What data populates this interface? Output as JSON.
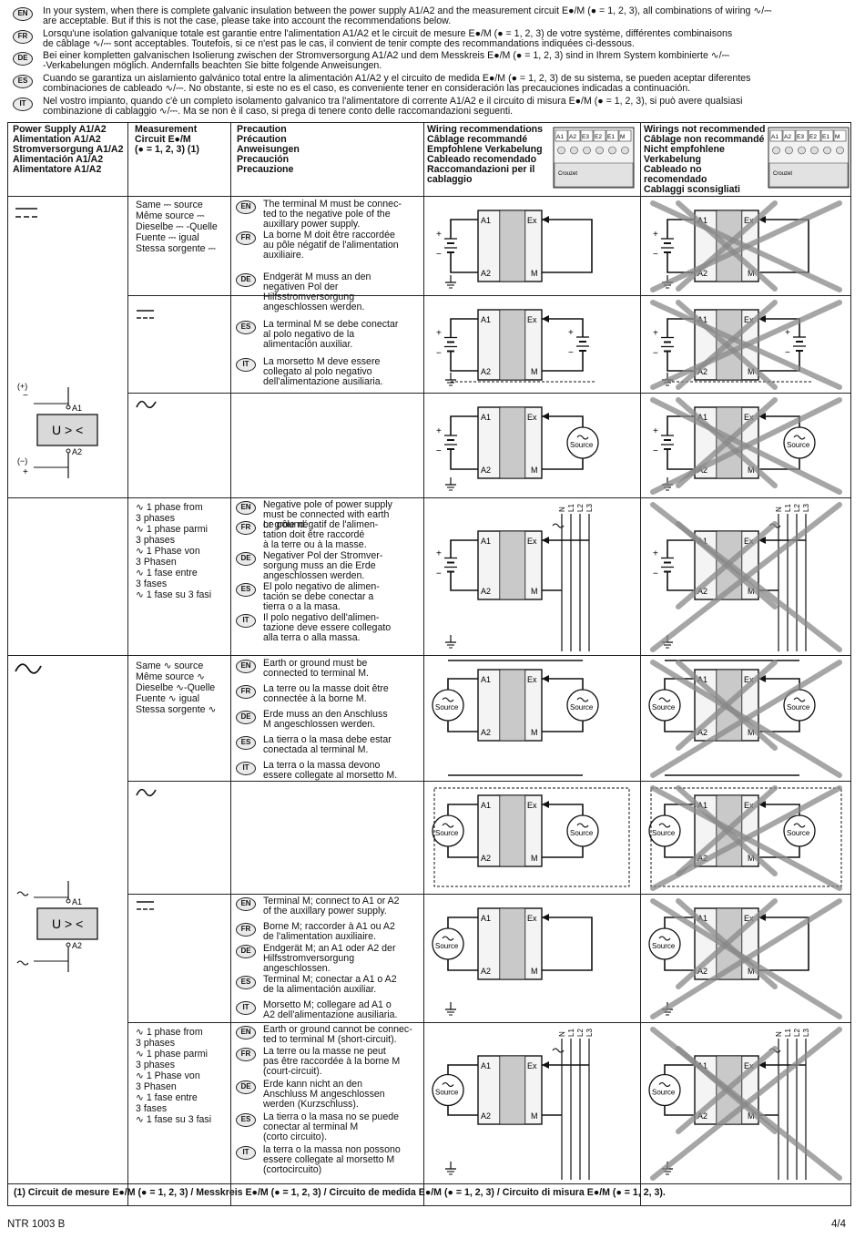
{
  "intro": [
    {
      "code": "EN",
      "text": "In your system, when there is complete galvanic insulation between the power supply A1/A2 and the measurement circuit E●/M (● = 1, 2, 3), all combinations of wiring ∿/⎓\nare acceptable. But if this is not the case, please take into account the recommendations below."
    },
    {
      "code": "FR",
      "text": "Lorsqu'une isolation galvanique totale est garantie entre l'alimentation A1/A2 et le circuit de mesure E●/M (● = 1, 2, 3) de votre système, différentes combinaisons\nde câblage ∿/⎓ sont acceptables. Toutefois, si ce n'est pas le cas, il convient de tenir compte des recommandations indiquées ci-dessous."
    },
    {
      "code": "DE",
      "text": "Bei einer kompletten galvanischen Isolierung zwischen der Stromversorgung A1/A2 und dem Messkreis E●/M (● = 1, 2, 3) sind in Ihrem System kombinierte ∿/⎓\n-Verkabelungen möglich. Andernfalls beachten Sie bitte folgende Anweisungen."
    },
    {
      "code": "ES",
      "text": "Cuando se garantiza un aislamiento galvánico total entre la alimentación A1/A2 y el circuito de medida E●/M (● = 1, 2, 3) de su sistema, se pueden aceptar diferentes\ncombinaciones de cableado ∿/⎓. No obstante, si este no es el caso, es conveniente tener en consideración las precauciones indicadas a continuación."
    },
    {
      "code": "IT",
      "text": "Nel vostro impianto, quando c'è un completo isolamento galvanico tra l'alimentatore di corrente A1/A2 e il circuito di misura E●/M (● = 1, 2, 3), si può avere qualsiasi\ncombinazione di cablaggio ∿/⎓. Ma se non è il caso, si prega di tenere conto delle raccomandazioni seguenti."
    }
  ],
  "headers": {
    "supply": "Power Supply A1/A2\nAlimentation A1/A2\nStromversorgung A1/A2\nAlimentación A1/A2\nAlimentatore A1/A2",
    "measurement": "Measurement\nCircuit E●/M\n(● = 1, 2, 3) (1)",
    "precaution": "Precaution\nPrécaution\nAnweisungen\nPrecaución\nPrecauzione",
    "recommended": "Wiring recommendations\nCâblage recommandé\nEmpfohlene Verkabelung\nCableado recomendado\nRaccomandazioni per il\ncablaggio",
    "not_recommended": "Wirings not recommended\nCâblage non recommandé\nNicht empfohlene\nVerkabelung\nCableado no\nrecomendado\nCablaggi sconsigliati"
  },
  "header_terminals": [
    "A1",
    "A2",
    "E3",
    "E2",
    "E1",
    "M"
  ],
  "header_brand": "Crouzet",
  "supply_labels": {
    "plus": "(+)",
    "minus": "−",
    "minus2": "(−)",
    "plus2": "+",
    "a1": "A1",
    "a2": "A2",
    "device": "U > <"
  },
  "meas": {
    "same_dc": "Same ⎓ source\nMême source ⎓\nDieselbe ⎓ -Quelle\nFuente ⎓ igual\nStessa sorgente ⎓",
    "phase": "∿ 1 phase from\n     3 phases\n∿ 1 phase parmi\n     3 phases\n∿ 1 Phase von\n     3 Phasen\n∿ 1 fase entre\n     3 fases\n∿ 1 fase su 3 fasi",
    "same_ac": "Same ∿ source\nMême source ∿\nDieselbe ∿-Quelle\nFuente ∿ igual\nStessa sorgente ∿",
    "phase2": "∿ 1 phase from\n     3 phases\n∿ 1 phase parmi\n     3 phases\n∿ 1 Phase von\n     3 Phasen\n∿ 1 fase entre\n     3 fases\n∿ 1 fase su 3 fasi"
  },
  "prec": {
    "p1": [
      {
        "code": "EN",
        "text": "The terminal M must be connec-\nted to the negative pole of the\nauxillary power supply."
      },
      {
        "code": "FR",
        "text": "La borne M doit être raccordée\nau pôle négatif de l'alimentation\nauxiliaire."
      },
      {
        "code": "DE",
        "text": "Endgerät M muss an den\nnegativen Pol der\nHilfsstromversorgung\nangeschlossen werden."
      },
      {
        "code": "ES",
        "text": "La terminal M se debe conectar\nal polo negativo de la\nalimentación auxiliar."
      },
      {
        "code": "IT",
        "text": "La morsetto M deve essere\ncollegato al polo negativo\ndell'alimentazione ausiliaria."
      }
    ],
    "p2": [
      {
        "code": "EN",
        "text": "Negative pole of power supply\nmust be connected with earth\nor ground."
      },
      {
        "code": "FR",
        "text": "Le pôle négatif de l'alimen-\ntation doit être raccordé\nà la terre ou à la masse."
      },
      {
        "code": "DE",
        "text": "Negativer Pol der Stromver-\nsorgung muss an die Erde\nangeschlossen werden."
      },
      {
        "code": "ES",
        "text": "El polo negativo de alimen-\ntación se debe conectar a\ntierra o a la masa."
      },
      {
        "code": "IT",
        "text": "Il polo negativo dell'alimen-\ntazione deve essere collegato\nalla terra o alla massa."
      }
    ],
    "p3": [
      {
        "code": "EN",
        "text": "Earth or ground must be\nconnected to terminal M."
      },
      {
        "code": "FR",
        "text": "La terre ou la masse doit être\nconnectée à la borne M."
      },
      {
        "code": "DE",
        "text": "Erde muss an den Anschluss\nM angeschlossen werden."
      },
      {
        "code": "ES",
        "text": "La tierra o la masa debe estar\nconectada al terminal M."
      },
      {
        "code": "IT",
        "text": "La terra o la massa devono\nessere collegate al morsetto M."
      }
    ],
    "p4": [
      {
        "code": "EN",
        "text": "Terminal M; connect to A1 or A2\nof the auxillary power supply."
      },
      {
        "code": "FR",
        "text": "Borne M; raccorder à A1 ou A2\nde l'alimentation auxiliaire."
      },
      {
        "code": "DE",
        "text": "Endgerät M; an A1 oder A2 der\nHilfsstromversorgung\nangeschlossen."
      },
      {
        "code": "ES",
        "text": "Terminal M; conectar a A1 o A2\nde la alimentación auxiliar."
      },
      {
        "code": "IT",
        "text": "Morsetto M; collegare ad A1 o\nA2 dell'alimentazione ausiliaria."
      }
    ],
    "p5": [
      {
        "code": "EN",
        "text": "Earth or ground cannot be connec-\nted to terminal M (short-circuit)."
      },
      {
        "code": "FR",
        "text": "La terre ou la masse ne peut\npas être raccordée à la borne M\n(court-circuit)."
      },
      {
        "code": "DE",
        "text": "Erde kann nicht an den\nAnschluss M angeschlossen\nwerden (Kurzschluss)."
      },
      {
        "code": "ES",
        "text": "La tierra o la masa no se puede\nconectar al terminal M\n(corto circuito)."
      },
      {
        "code": "IT",
        "text": "la terra o la massa non possono\nessere collegate al morsetto M\n(cortocircuito)"
      }
    ]
  },
  "diagram_labels": {
    "a1": "A1",
    "a2": "A2",
    "ex": "Ex",
    "m": "M",
    "source": "Source",
    "plus": "+",
    "minus": "−",
    "n": "N",
    "l1": "L1",
    "l2": "L2",
    "l3": "L3"
  },
  "footnote": "(1) Circuit de mesure E●/M (● = 1, 2, 3) / Messkreis E●/M (● = 1, 2, 3) / Circuito de medida E●/M (● = 1, 2, 3) / Circuito di misura E●/M (● = 1, 2, 3).",
  "doc_code": "NTR 1003 B",
  "page_number": "4/4"
}
